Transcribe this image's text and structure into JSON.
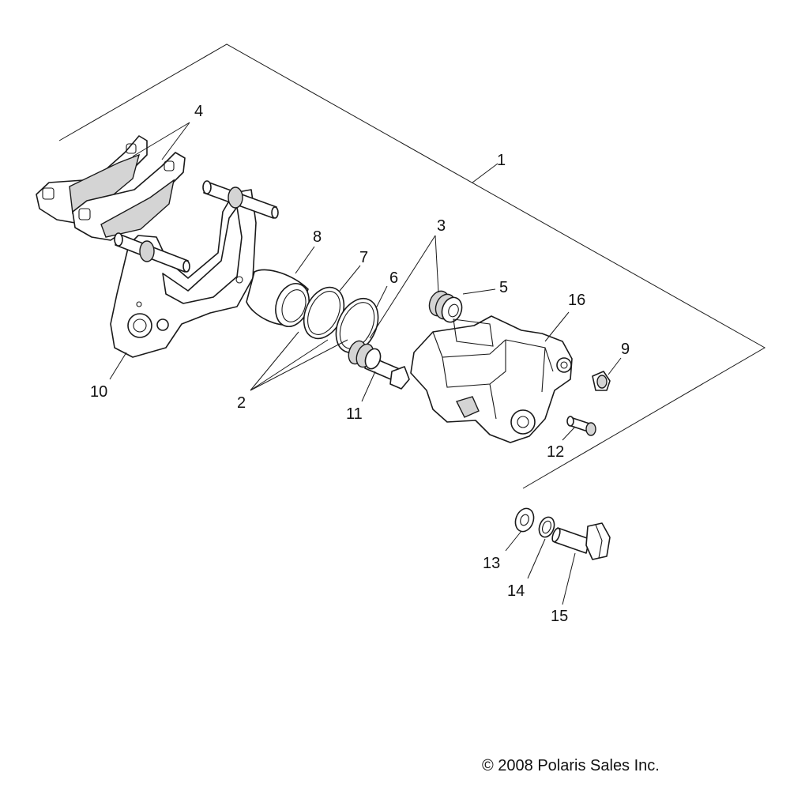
{
  "diagram": {
    "callouts": {
      "c1": "1",
      "c2": "2",
      "c3": "3",
      "c4": "4",
      "c5": "5",
      "c6": "6",
      "c7": "7",
      "c8": "8",
      "c9": "9",
      "c10": "10",
      "c11": "11",
      "c12": "12",
      "c13": "13",
      "c14": "14",
      "c15": "15",
      "c16": "16"
    }
  },
  "footer": {
    "copyright": "© 2008 Polaris Sales Inc."
  }
}
